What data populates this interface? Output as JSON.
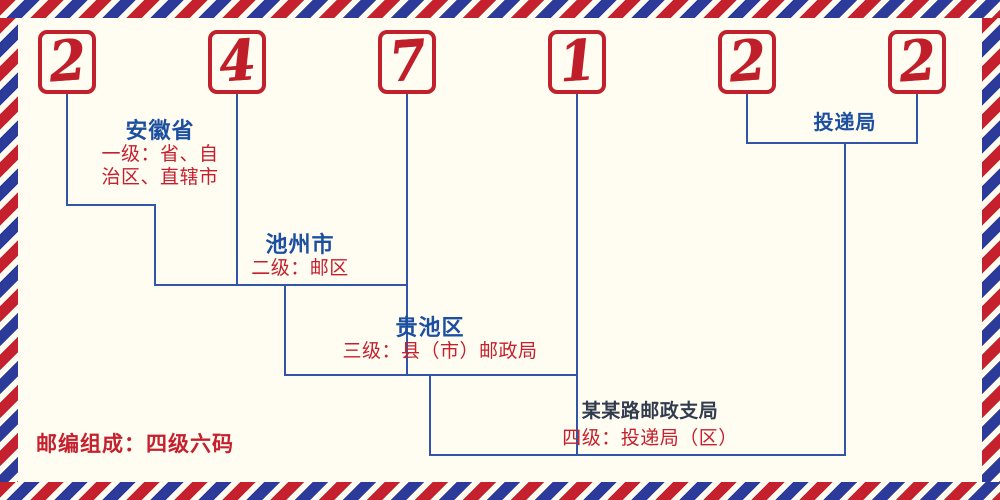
{
  "postal_code": {
    "digits": [
      "2",
      "4",
      "7",
      "1",
      "2",
      "2"
    ]
  },
  "levels": [
    {
      "name": "安徽省",
      "desc_lines": [
        "一级：省、自",
        "治区、直辖市"
      ]
    },
    {
      "name": "池州市",
      "desc_lines": [
        "二级：邮区"
      ]
    },
    {
      "name": "贵池区",
      "desc_lines": [
        "三级：县（市）邮政局"
      ]
    },
    {
      "name": "某某路邮政支局",
      "desc_lines": [
        "四级：投递局（区）"
      ]
    }
  ],
  "delivery": {
    "label": "投递局"
  },
  "footer": {
    "note": "邮编组成：四级六码"
  },
  "colors": {
    "digit_red": "#c01f2a",
    "label_blue": "#1d4fa0",
    "desc_red": "#c5202e",
    "line_blue": "#3156a8",
    "branch_dark": "#323c4e",
    "stripe_red": "#c5202e",
    "stripe_blue": "#2c3a99",
    "background": "#fffdf2"
  }
}
